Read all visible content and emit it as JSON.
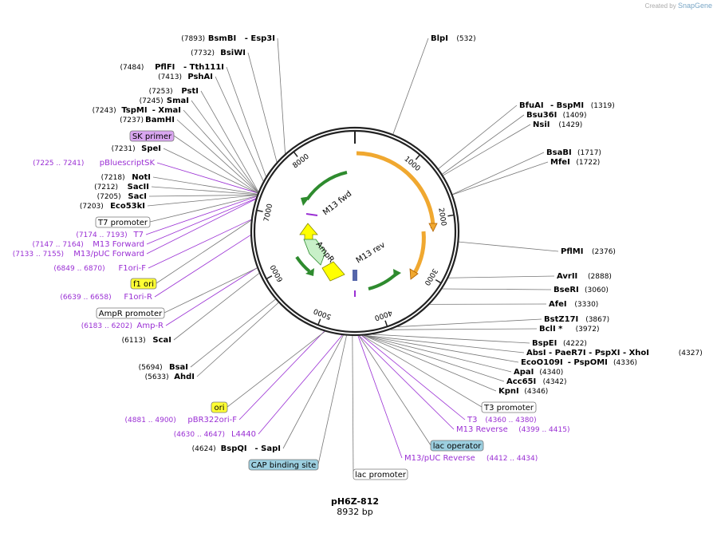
{
  "credit": {
    "prefix": "Created by",
    "brand": "SnapGene"
  },
  "plasmid": {
    "name": "pH6Z-812",
    "size_label": "8932 bp",
    "length": 8932
  },
  "ring_ticks": [
    {
      "label": "1000",
      "bp": 1000
    },
    {
      "label": "2000",
      "bp": 2000
    },
    {
      "label": "3000",
      "bp": 3000
    },
    {
      "label": "4000",
      "bp": 4000
    },
    {
      "label": "5000",
      "bp": 5000
    },
    {
      "label": "6000",
      "bp": 6000
    },
    {
      "label": "7000",
      "bp": 7000
    },
    {
      "label": "8000",
      "bp": 8000
    }
  ],
  "enzymes": [
    {
      "pos": "(7893)",
      "names": "BsmBI",
      "extra": "- Esp3I",
      "bp": 7893
    },
    {
      "pos": "(7732)",
      "names": "BsiWI",
      "extra": "",
      "bp": 7732
    },
    {
      "pos": "(7484)",
      "names": "PflFI",
      "extra": "- Tth111I",
      "bp": 7484
    },
    {
      "pos": "(7413)",
      "names": "PshAI",
      "extra": "",
      "bp": 7413
    },
    {
      "pos": "(7253)",
      "names": "PstI",
      "extra": "",
      "bp": 7253
    },
    {
      "pos": "(7245)",
      "names": "SmaI",
      "extra": "",
      "bp": 7245
    },
    {
      "pos": "(7243)",
      "names": "TspMI",
      "extra": "- XmaI",
      "bp": 7243
    },
    {
      "pos": "(7237)",
      "names": "BamHI",
      "extra": "",
      "bp": 7237
    },
    {
      "pos": "(7231)",
      "names": "SpeI",
      "extra": "",
      "bp": 7231
    },
    {
      "pos": "(7218)",
      "names": "NotI",
      "extra": "",
      "bp": 7218
    },
    {
      "pos": "(7212)",
      "names": "SacII",
      "extra": "",
      "bp": 7212
    },
    {
      "pos": "(7205)",
      "names": "SacI",
      "extra": "",
      "bp": 7205
    },
    {
      "pos": "(7203)",
      "names": "Eco53kI",
      "extra": "",
      "bp": 7203
    },
    {
      "pos": "(6113)",
      "names": "ScaI",
      "extra": "",
      "bp": 6113
    },
    {
      "pos": "(5694)",
      "names": "BsaI",
      "extra": "",
      "bp": 5694
    },
    {
      "pos": "(5633)",
      "names": "AhdI",
      "extra": "",
      "bp": 5633
    },
    {
      "pos": "(4624)",
      "names": "BspQI",
      "extra": "- SapI",
      "bp": 4624
    },
    {
      "pos": "(532)",
      "names": "BlpI",
      "extra": "",
      "bp": 532
    },
    {
      "pos": "(1319)",
      "names": "BfuAI",
      "extra": "- BspMI",
      "bp": 1319
    },
    {
      "pos": "(1409)",
      "names": "Bsu36I",
      "extra": "",
      "bp": 1409
    },
    {
      "pos": "(1429)",
      "names": "NsiI",
      "extra": "",
      "bp": 1429
    },
    {
      "pos": "(1717)",
      "names": "BsaBI",
      "extra": "",
      "bp": 1717
    },
    {
      "pos": "(1722)",
      "names": "MfeI",
      "extra": "",
      "bp": 1722
    },
    {
      "pos": "(2376)",
      "names": "PflMI",
      "extra": "",
      "bp": 2376
    },
    {
      "pos": "(2888)",
      "names": "AvrII",
      "extra": "",
      "bp": 2888
    },
    {
      "pos": "(3060)",
      "names": "BseRI",
      "extra": "",
      "bp": 3060
    },
    {
      "pos": "(3330)",
      "names": "AfeI",
      "extra": "",
      "bp": 3330
    },
    {
      "pos": "(3867)",
      "names": "BstZ17I",
      "extra": "",
      "bp": 3867
    },
    {
      "pos": "(3972)",
      "names": "BclI *",
      "extra": "",
      "bp": 3972
    },
    {
      "pos": "(4222)",
      "names": "BspEI",
      "extra": "",
      "bp": 4222
    },
    {
      "pos": "(4327)",
      "names": "AbsI - PaeR7I - PspXI - XhoI",
      "extra": "",
      "bp": 4327
    },
    {
      "pos": "(4336)",
      "names": "EcoO109I",
      "extra": "- PspOMI",
      "bp": 4336
    },
    {
      "pos": "(4340)",
      "names": "ApaI",
      "extra": "",
      "bp": 4340
    },
    {
      "pos": "(4342)",
      "names": "Acc65I",
      "extra": "",
      "bp": 4342
    },
    {
      "pos": "(4346)",
      "names": "KpnI",
      "extra": "",
      "bp": 4346
    }
  ],
  "primers": [
    {
      "range": "(7225 .. 7241)",
      "name": "pBluescriptSK"
    },
    {
      "range": "(7174 .. 7193)",
      "name": "T7"
    },
    {
      "range": "(7147 .. 7164)",
      "name": "M13 Forward"
    },
    {
      "range": "(7133 .. 7155)",
      "name": "M13/pUC Forward"
    },
    {
      "range": "(6849 .. 6870)",
      "name": "F1ori-F"
    },
    {
      "range": "(6639 .. 6658)",
      "name": "F1ori-R"
    },
    {
      "range": "(6183 .. 6202)",
      "name": "Amp-R"
    },
    {
      "range": "(4881 .. 4900)",
      "name": "pBR322ori-F"
    },
    {
      "range": "(4630 .. 4647)",
      "name": "L4440"
    },
    {
      "range": "(4360 .. 4380)",
      "name": "T3"
    },
    {
      "range": "(4399 .. 4415)",
      "name": "M13 Reverse"
    },
    {
      "range": "(4412 .. 4434)",
      "name": "M13/pUC Reverse"
    }
  ],
  "boxes": [
    {
      "label": "SK primer",
      "fill": "#d9a6f0"
    },
    {
      "label": "T7 promoter",
      "fill": "#ffffff"
    },
    {
      "label": "f1 ori",
      "fill": "#ffff33"
    },
    {
      "label": "AmpR promoter",
      "fill": "#ffffff"
    },
    {
      "label": "ori",
      "fill": "#ffff33"
    },
    {
      "label": "CAP binding site",
      "fill": "#9ccfe0"
    },
    {
      "label": "lac promoter",
      "fill": "#ffffff"
    },
    {
      "label": "lac operator",
      "fill": "#9ccfe0"
    },
    {
      "label": "T3 promoter",
      "fill": "#ffffff"
    }
  ],
  "inner_labels": [
    {
      "label": "M13 fwd"
    },
    {
      "label": "AmpR"
    },
    {
      "label": "M13 rev"
    }
  ],
  "colors": {
    "backbone": "#222222",
    "orange_feature": "#f0a830",
    "green_arrows": "#2e8b2e",
    "ampr_fill": "#c8f0c8",
    "yellow_feature": "#ffff00",
    "primer": "#9a2fd4",
    "leader": "#777777"
  }
}
